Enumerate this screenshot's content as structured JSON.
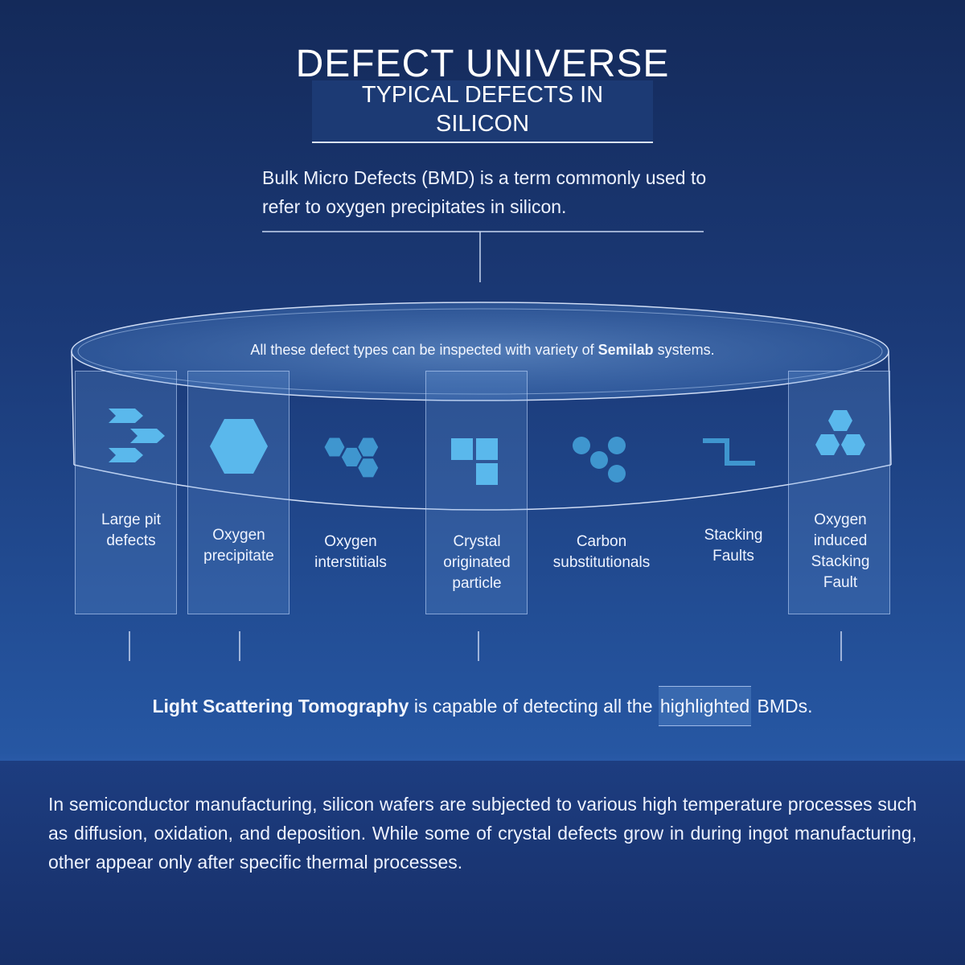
{
  "header": {
    "title": "DEFECT UNIVERSE",
    "subtitle": "TYPICAL DEFECTS IN SILICON"
  },
  "intro": "Bulk Micro Defects (BMD) is a term commonly used to refer to oxygen precipitates in silicon.",
  "cylinder": {
    "text_before": "All these defect types can be inspected with variety of ",
    "brand": "Semilab",
    "text_after": " systems."
  },
  "defects": [
    {
      "label": "Large pit defects",
      "icon": "chevron-arrows-icon",
      "highlighted": true
    },
    {
      "label": "Oxygen precipitate",
      "icon": "hexagon-icon",
      "highlighted": true
    },
    {
      "label": "Oxygen interstitials",
      "icon": "hexagon-cluster-icon",
      "highlighted": false
    },
    {
      "label": "Crystal originated particle",
      "icon": "squares-icon",
      "highlighted": true
    },
    {
      "label": "Carbon substitutionals",
      "icon": "dots-icon",
      "highlighted": false
    },
    {
      "label": "Stacking Faults",
      "icon": "step-line-icon",
      "highlighted": false
    },
    {
      "label": "Oxygen induced Stacking Fault",
      "icon": "hexagon-triad-icon",
      "highlighted": true
    }
  ],
  "conclusion": {
    "bold": "Light Scattering Tomography",
    "middle": " is capable of detecting all the ",
    "highlight": "highlighted",
    "end": " BMDs."
  },
  "footer": "In semiconductor manufacturing, silicon wafers are subjected to various high temperature processes such as diffusion, oxidation, and deposition. While some of crystal defects grow in during ingot manufacturing, other appear only after specific thermal processes.",
  "colors": {
    "icon": "#5ab8ec",
    "background_top": "#142a5a",
    "background_bottom": "#2a5aa8"
  }
}
